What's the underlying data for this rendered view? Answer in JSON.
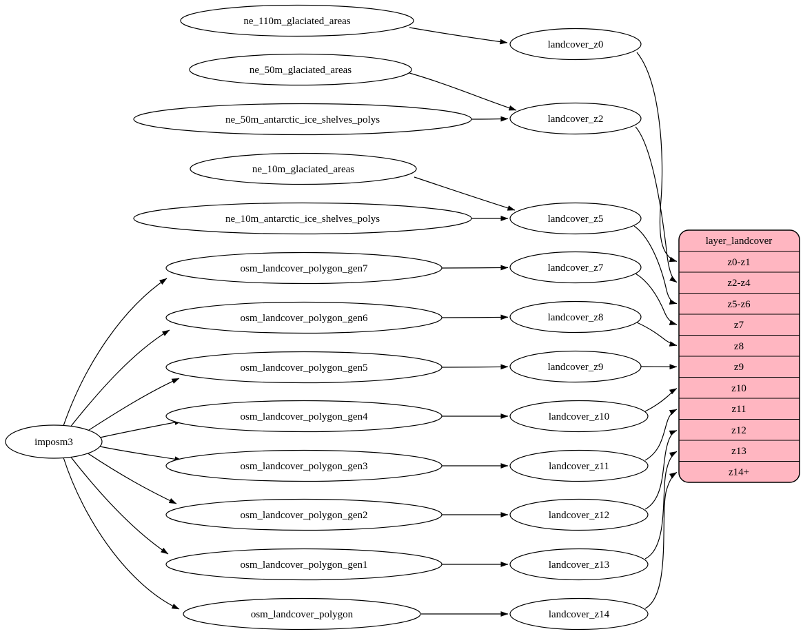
{
  "diagram_type": "graphviz-dataflow",
  "colors": {
    "background": "#ffffff",
    "node_fill": "#ffffff",
    "node_stroke": "#000000",
    "edge_stroke": "#000000",
    "record_fill": "#ffb6c1"
  },
  "nodes": {
    "importer": {
      "label": "imposm3"
    },
    "sources": [
      {
        "label": "ne_110m_glaciated_areas"
      },
      {
        "label": "ne_50m_glaciated_areas"
      },
      {
        "label": "ne_50m_antarctic_ice_shelves_polys"
      },
      {
        "label": "ne_10m_glaciated_areas"
      },
      {
        "label": "ne_10m_antarctic_ice_shelves_polys"
      },
      {
        "label": "osm_landcover_polygon_gen7"
      },
      {
        "label": "osm_landcover_polygon_gen6"
      },
      {
        "label": "osm_landcover_polygon_gen5"
      },
      {
        "label": "osm_landcover_polygon_gen4"
      },
      {
        "label": "osm_landcover_polygon_gen3"
      },
      {
        "label": "osm_landcover_polygon_gen2"
      },
      {
        "label": "osm_landcover_polygon_gen1"
      },
      {
        "label": "osm_landcover_polygon"
      }
    ],
    "intermediate": [
      {
        "label": "landcover_z0"
      },
      {
        "label": "landcover_z2"
      },
      {
        "label": "landcover_z5"
      },
      {
        "label": "landcover_z7"
      },
      {
        "label": "landcover_z8"
      },
      {
        "label": "landcover_z9"
      },
      {
        "label": "landcover_z10"
      },
      {
        "label": "landcover_z11"
      },
      {
        "label": "landcover_z12"
      },
      {
        "label": "landcover_z13"
      },
      {
        "label": "landcover_z14"
      }
    ],
    "record": {
      "title": "layer_landcover",
      "rows": [
        "z0-z1",
        "z2-z4",
        "z5-z6",
        "z7",
        "z8",
        "z9",
        "z10",
        "z11",
        "z12",
        "z13",
        "z14+"
      ]
    }
  },
  "edges": [
    [
      "imposm3",
      "osm_landcover_polygon_gen7"
    ],
    [
      "imposm3",
      "osm_landcover_polygon_gen6"
    ],
    [
      "imposm3",
      "osm_landcover_polygon_gen5"
    ],
    [
      "imposm3",
      "osm_landcover_polygon_gen4"
    ],
    [
      "imposm3",
      "osm_landcover_polygon_gen3"
    ],
    [
      "imposm3",
      "osm_landcover_polygon_gen2"
    ],
    [
      "imposm3",
      "osm_landcover_polygon_gen1"
    ],
    [
      "imposm3",
      "osm_landcover_polygon"
    ],
    [
      "ne_110m_glaciated_areas",
      "landcover_z0"
    ],
    [
      "ne_50m_glaciated_areas",
      "landcover_z2"
    ],
    [
      "ne_50m_antarctic_ice_shelves_polys",
      "landcover_z2"
    ],
    [
      "ne_10m_glaciated_areas",
      "landcover_z5"
    ],
    [
      "ne_10m_antarctic_ice_shelves_polys",
      "landcover_z5"
    ],
    [
      "osm_landcover_polygon_gen7",
      "landcover_z7"
    ],
    [
      "osm_landcover_polygon_gen6",
      "landcover_z8"
    ],
    [
      "osm_landcover_polygon_gen5",
      "landcover_z9"
    ],
    [
      "osm_landcover_polygon_gen4",
      "landcover_z10"
    ],
    [
      "osm_landcover_polygon_gen3",
      "landcover_z11"
    ],
    [
      "osm_landcover_polygon_gen2",
      "landcover_z12"
    ],
    [
      "osm_landcover_polygon_gen1",
      "landcover_z13"
    ],
    [
      "osm_landcover_polygon",
      "landcover_z14"
    ],
    [
      "landcover_z0",
      "layer_landcover:z0-z1"
    ],
    [
      "landcover_z2",
      "layer_landcover:z2-z4"
    ],
    [
      "landcover_z5",
      "layer_landcover:z5-z6"
    ],
    [
      "landcover_z7",
      "layer_landcover:z7"
    ],
    [
      "landcover_z8",
      "layer_landcover:z8"
    ],
    [
      "landcover_z9",
      "layer_landcover:z9"
    ],
    [
      "landcover_z10",
      "layer_landcover:z10"
    ],
    [
      "landcover_z11",
      "layer_landcover:z11"
    ],
    [
      "landcover_z12",
      "layer_landcover:z12"
    ],
    [
      "landcover_z13",
      "layer_landcover:z13"
    ],
    [
      "landcover_z14",
      "layer_landcover:z14+"
    ]
  ]
}
